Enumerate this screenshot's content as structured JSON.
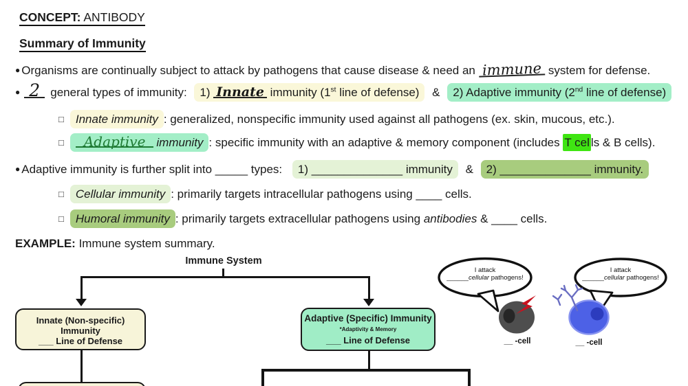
{
  "colors": {
    "highlight_yellow": "#FAF7D9",
    "highlight_mint": "#A3EEC7",
    "highlight_pale_green": "#E4F2D6",
    "highlight_olive_green": "#A8CC7E",
    "highlight_bright_green": "#3FE512",
    "box_yellow": "#F7F4D9",
    "box_mint": "#A0EDC6",
    "handwriting_green": "#1E7A33",
    "cell_gray": "#4E4E4E",
    "cell_blue": "#4D61E6",
    "flag_red": "#C9121E"
  },
  "header": {
    "concept_label": "CONCEPT:",
    "concept_value": "ANTIBODY",
    "section_title": "Summary of Immunity"
  },
  "lines": {
    "b1": {
      "bullet": "●",
      "text1": "Organisms are continually subject to attack by pathogens that cause disease & need an",
      "handwritten": "immune",
      "text2": "system for defense."
    },
    "b2": {
      "bullet": "●",
      "hw_number": "2",
      "text1": "general types of immunity:",
      "item1_prefix": "1) ",
      "item1_hw": "Innate",
      "item1_mid": " immunity (1",
      "item1_sup": "st",
      "item1_suffix": " line of defense)",
      "amp": "&",
      "item2_prefix": "2) Adaptive immunity (2",
      "item2_sup": "nd",
      "item2_suffix": " line of defense)"
    },
    "sb1": {
      "bullet": "□",
      "term": "Innate immunity",
      "rest": ": generalized, nonspecific immunity used against all pathogens (ex. skin, mucous, etc.)."
    },
    "sb2": {
      "bullet": "□",
      "term_hw": "Adaptive",
      "term_italic": "immunity",
      "rest1": ": specific immunity with an adaptive & memory component (includes",
      "hl_text": "T cel",
      "rest2": "ls & B cells)."
    },
    "b3": {
      "bullet": "●",
      "text1": "Adaptive immunity is further split into _____ types:",
      "item1": "1) ______________ immunity",
      "amp": "&",
      "item2": "2) ______________ immunity."
    },
    "sb3": {
      "bullet": "□",
      "term": "Cellular immunity",
      "rest": ": primarily targets intracellular pathogens using ____ cells."
    },
    "sb4": {
      "bullet": "□",
      "term": "Humoral immunity",
      "rest1": ": primarily targets extracellular pathogens using",
      "italic": "antibodies",
      "rest2": "& ____ cells."
    },
    "example": {
      "label": "EXAMPLE:",
      "text": "Immune system summary."
    }
  },
  "diagram": {
    "root_label": "Immune System",
    "innate_box": {
      "line1": "Innate (Non-specific) Immunity",
      "line2": "___ Line of Defense"
    },
    "adaptive_box": {
      "line1": "Adaptive (Specific) Immunity",
      "line2": "*Adaptivity & Memory",
      "line3": "___ Line of Defense"
    },
    "bubble1": {
      "line1": "I attack",
      "blank": "______",
      "italic": "cellular",
      "rest": " pathogens!"
    },
    "bubble2": {
      "line1": "I attack",
      "blank": "______",
      "italic": "cellular",
      "rest": " pathogens!"
    },
    "cell1_label": "__ -cell",
    "cell2_label": "__ -cell"
  }
}
